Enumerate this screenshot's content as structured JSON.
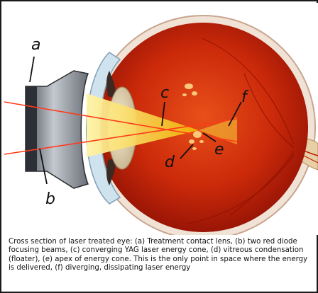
{
  "labels": {
    "a": "a",
    "b": "b",
    "c": "c",
    "d": "d",
    "e": "e",
    "f": "f"
  },
  "caption": "Cross section of laser treated eye: (a) Treatment contact lens, (b) two red diode focusing beams, (c) converging YAG laser energy cone, (d) vitreous condensation (floater), (e) apex of energy cone. This is the only point in space where the energy is delivered, (f) diverging, dissipating laser energy",
  "colors": {
    "eyeball": "#c81e08",
    "sclera": "#f2e6dc",
    "energy_cone": "#f0c000",
    "aiming_beam": "#ff4a2a",
    "lens": "#8a8f98"
  },
  "icons": [
    "eye-cross-section",
    "contact-lens",
    "laser-beam"
  ]
}
